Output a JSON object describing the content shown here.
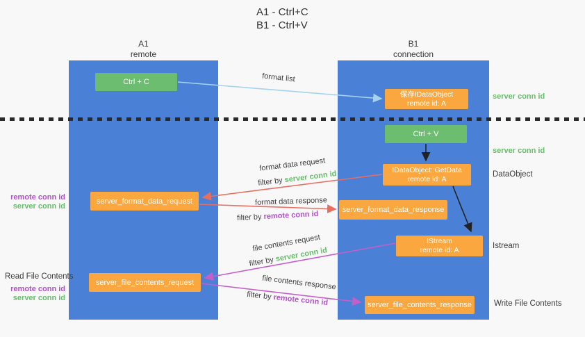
{
  "title": {
    "line1": "A1 - Ctrl+C",
    "line2": "B1 - Ctrl+V"
  },
  "columns": {
    "a": {
      "name": "A1",
      "role": "remote"
    },
    "b": {
      "name": "B1",
      "role": "connection"
    }
  },
  "boxes": {
    "ctrl_c": {
      "label": "Ctrl + C"
    },
    "save_idataobject": {
      "line1": "保存IDataObject",
      "line2": "remote id: A"
    },
    "ctrl_v": {
      "label": "Ctrl + V"
    },
    "idataobject_getdata": {
      "line1": "IDataObject::GetData",
      "line2": "remote id: A"
    },
    "server_format_data_request": {
      "label": "server_format_data_request"
    },
    "server_format_data_response": {
      "label": "server_format_data_response"
    },
    "istream": {
      "line1": "IStream",
      "line2": "remote id: A"
    },
    "server_file_contents_request": {
      "label": "server_file_contents_request"
    },
    "server_file_contents_response": {
      "label": "server_file_contents_response"
    }
  },
  "arrow_labels": {
    "format_list": "format list",
    "format_data_request": "format data request",
    "format_data_request_filter_prefix": "filter by ",
    "format_data_request_filter_key": "server conn id",
    "format_data_response": "format data response",
    "format_data_response_filter_prefix": "filter by ",
    "format_data_response_filter_key": "remote conn id",
    "file_contents_request": "file contents request",
    "file_contents_request_filter_prefix": "filter by ",
    "file_contents_request_filter_key": "server conn id",
    "file_contents_response": "file contents response",
    "file_contents_response_filter_prefix": "filter by ",
    "file_contents_response_filter_key": "remote conn id"
  },
  "side_labels": {
    "left_format_remote": "remote conn id",
    "left_format_server": "server conn id",
    "read_file_contents": "Read File Contents",
    "left_file_remote": "remote conn id",
    "left_file_server": "server conn id",
    "right_server_conn_top": "server conn id",
    "right_server_conn_mid": "server conn id",
    "data_object": "DataObject",
    "istream": "Istream",
    "write_file_contents": "Write File Contents"
  },
  "colors": {
    "column_blue": "#4a81d6",
    "box_green": "#6cbd70",
    "box_orange": "#f9a73e",
    "text_green": "#67bd6b",
    "text_purple": "#b050c8",
    "arrow_salmon": "#e96d60",
    "arrow_magenta": "#c45fc8",
    "arrow_light_blue": "#a5d2ef",
    "arrow_black": "#222222",
    "dotted_line": "#2a2a2a"
  }
}
